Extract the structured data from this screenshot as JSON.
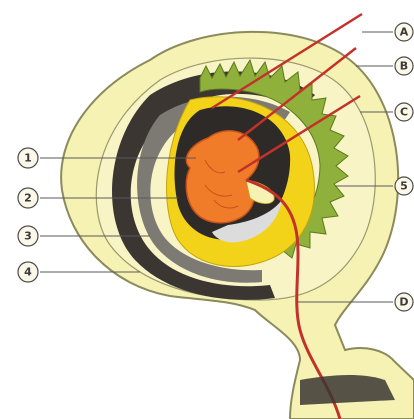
{
  "diagram": {
    "labels_left": [
      "1",
      "2",
      "3",
      "4"
    ],
    "labels_right": [
      "A",
      "B",
      "C",
      "5",
      "D"
    ]
  },
  "colors": {
    "background": "#ffffff",
    "outer_membrane": "#f6f2b4",
    "outer_outline": "#8a8a5a",
    "dark_layer": "#3b3632",
    "grey_layer": "#7d7a74",
    "green_villi": "#8fb03a",
    "yellow_sac": "#f3d21a",
    "embryo": "#f07c2a",
    "embryo_outline": "#c8521a",
    "vessel": "#c2322b",
    "marker_fill": "#fbf7e9",
    "marker_stroke": "#4a4a4a"
  }
}
